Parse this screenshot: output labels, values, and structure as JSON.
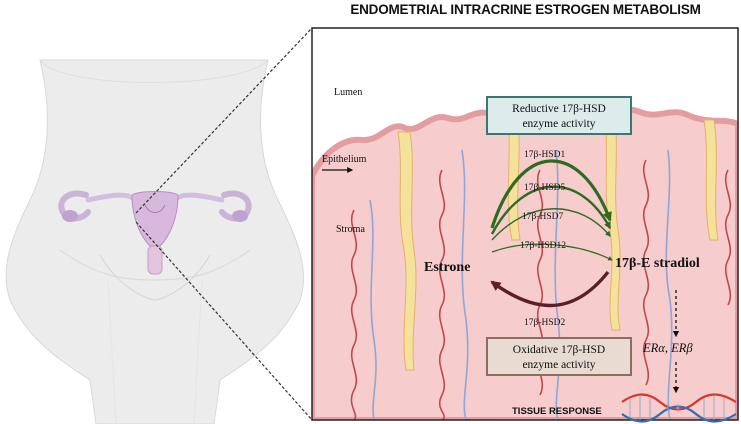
{
  "title": "ENDOMETRIAL INTRACRINE ESTROGEN METABOLISM",
  "labels": {
    "lumen": "Lumen",
    "epithelium": "Epithelium",
    "stroma": "Stroma"
  },
  "reductive_box": {
    "line1": "Reductive 17β-HSD",
    "line2": "enzyme activity",
    "fill": "#dcecea",
    "stroke": "#3b7770"
  },
  "oxidative_box": {
    "line1": "Oxidative 17β-HSD",
    "line2": "enzyme activity",
    "fill": "#e8dbd2",
    "stroke": "#8a6f60"
  },
  "enzymes": {
    "reductive": [
      "17β-HSD1",
      "17β-HSD5",
      "17β-HSD7",
      "17β-HSD12"
    ],
    "oxidative": "17β-HSD2"
  },
  "molecules": {
    "estrone": "Estrone",
    "estradiol": "17β-E stradiol"
  },
  "receptors": {
    "era": "ERα, ",
    "erb": "ERβ"
  },
  "tissue_response": "TISSUE RESPONSE",
  "colors": {
    "reductive_arrow": "#2e6b1f",
    "oxidative_arrow": "#5b1f2a",
    "tissue": "#f3c7c7",
    "epithelium": "#e9a3a6",
    "gland": "#f5e29a",
    "vessel_blue": "#8fa6d8",
    "vessel_red": "#c2484f",
    "dna_red": "#d23a2e",
    "dna_blue": "#2e6fb5"
  }
}
